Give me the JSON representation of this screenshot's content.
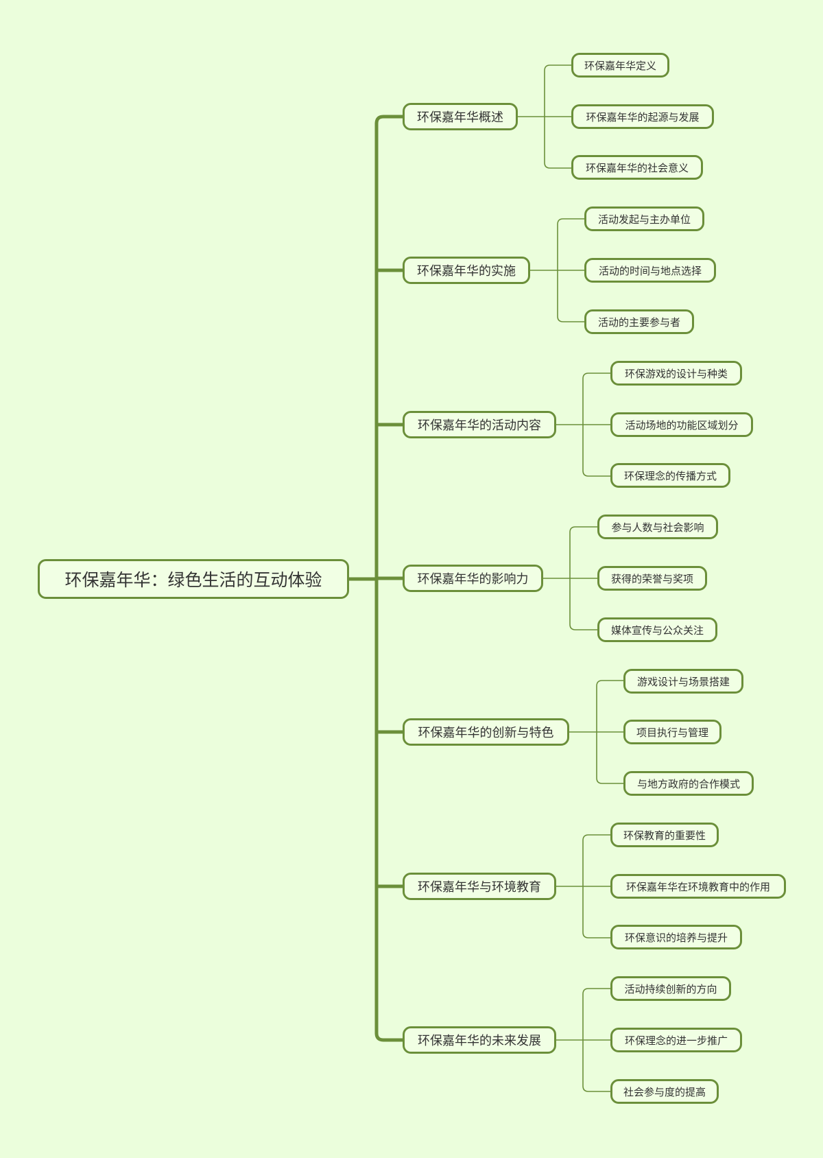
{
  "root": "环保嘉年华：绿色生活的互动体验",
  "branches": [
    {
      "label": "环保嘉年华概述",
      "children": [
        "环保嘉年华定义",
        "环保嘉年华的起源与发展",
        "环保嘉年华的社会意义"
      ]
    },
    {
      "label": "环保嘉年华的实施",
      "children": [
        "活动发起与主办单位",
        "活动的时间与地点选择",
        "活动的主要参与者"
      ]
    },
    {
      "label": "环保嘉年华的活动内容",
      "children": [
        "环保游戏的设计与种类",
        "活动场地的功能区域划分",
        "环保理念的传播方式"
      ]
    },
    {
      "label": "环保嘉年华的影响力",
      "children": [
        "参与人数与社会影响",
        "获得的荣誉与奖项",
        "媒体宣传与公众关注"
      ]
    },
    {
      "label": "环保嘉年华的创新与特色",
      "children": [
        "游戏设计与场景搭建",
        "项目执行与管理",
        "与地方政府的合作模式"
      ]
    },
    {
      "label": "环保嘉年华与环境教育",
      "children": [
        "环保教育的重要性",
        "环保嘉年华在环境教育中的作用",
        "环保意识的培养与提升"
      ]
    },
    {
      "label": "环保嘉年华的未来发展",
      "children": [
        "活动持续创新的方向",
        "环保理念的进一步推广",
        "社会参与度的提高"
      ]
    }
  ],
  "colors": {
    "background": "#ebfedc",
    "node_fill": "#f1ffe4",
    "line": "#6b8f3a",
    "text": "#333333"
  }
}
